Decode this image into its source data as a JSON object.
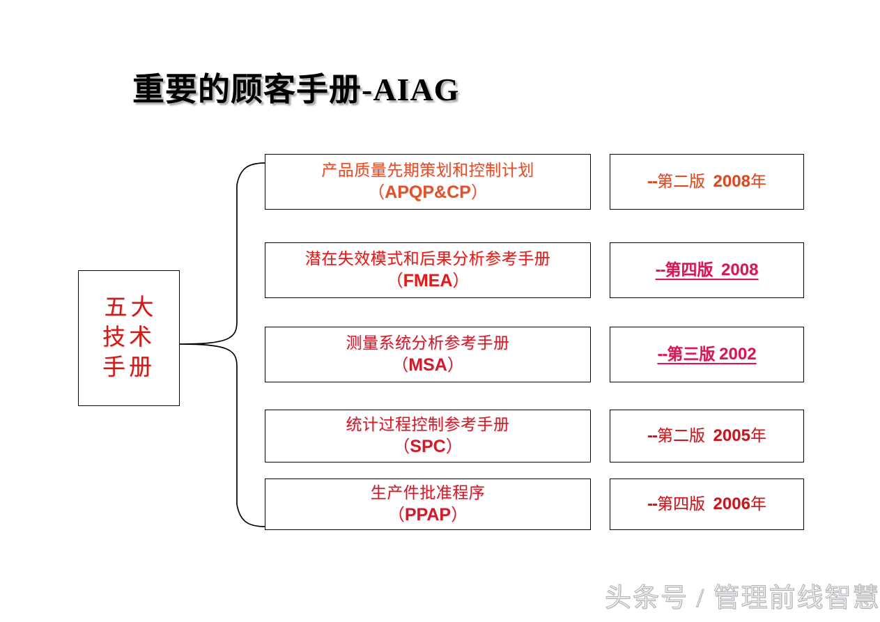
{
  "title": "重要的顾客手册-AIAG",
  "root": {
    "label": "五大技术手册"
  },
  "colors": {
    "apqp": "#E2512A",
    "fmea": "#E01B1B",
    "msa": "#CF1B2B",
    "spc": "#CF1B2B",
    "ppap": "#CF1B2B",
    "version_orange": "#D94A1E",
    "version_crimson": "#D6165A",
    "root_red": "#D11A17",
    "title_black": "#000000",
    "border": "#000000"
  },
  "manuals": [
    {
      "cn": "产品质量先期策划和控制计划",
      "en_open": "（",
      "en": "APQP&CP",
      "en_close": "）",
      "color": "#E2512A",
      "version": {
        "dash": "--",
        "edition": "第二版",
        "year": "2008",
        "year_suffix": "年",
        "color": "#D94A1E",
        "underline": false
      }
    },
    {
      "cn": "潜在失效模式和后果分析参考手册",
      "en_open": "（",
      "en": "FMEA",
      "en_close": "）",
      "color": "#E01B1B",
      "version": {
        "dash": "--",
        "edition": "第四版",
        "year": "2008",
        "year_suffix": "",
        "color": "#D6165A",
        "underline": true
      }
    },
    {
      "cn": "测量系统分析参考手册",
      "en_open": "（",
      "en": "MSA",
      "en_close": "）",
      "color": "#CF1B2B",
      "version": {
        "dash": "--",
        "edition": "第三版",
        "year": "2002",
        "year_suffix": "",
        "color": "#D6165A",
        "underline": true
      }
    },
    {
      "cn": "统计过程控制参考手册",
      "en_open": "（",
      "en": "SPC",
      "en_close": "）",
      "color": "#CF1B2B",
      "version": {
        "dash": "--",
        "edition": "第二版",
        "year": "2005",
        "year_suffix": "年",
        "color": "#C2181E",
        "underline": false
      }
    },
    {
      "cn": "生产件批准程序",
      "en_open": "（",
      "en": "PPAP",
      "en_close": "）",
      "color": "#CF1B2B",
      "version": {
        "dash": "--",
        "edition": "第四版",
        "year": "2006",
        "year_suffix": "年",
        "color": "#C2181E",
        "underline": false
      }
    }
  ],
  "watermark": "头条号 / 管理前线智慧吧"
}
